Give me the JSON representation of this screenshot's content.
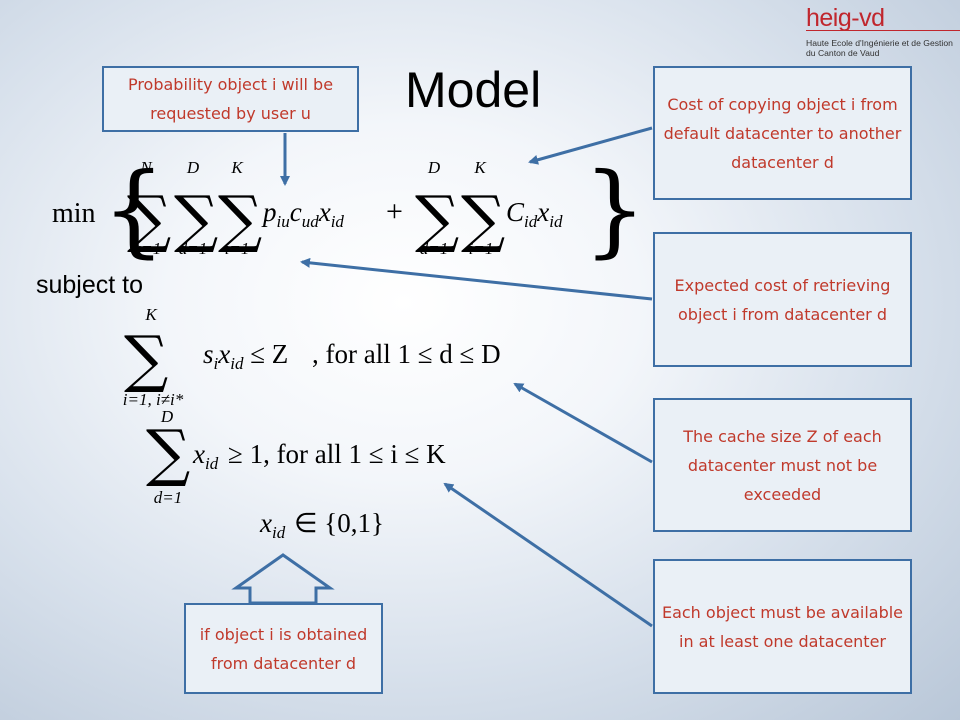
{
  "logo": {
    "name": "heig-vd",
    "line1": "Haute Ecole d'Ingénierie et de Gestion",
    "line2": "du Canton de Vaud"
  },
  "title": "Model",
  "subject_to": "subject to",
  "callouts": {
    "probability": "Probability object i will be requested by user u",
    "copy_cost": "Cost of copying object i from default datacenter to another datacenter d",
    "retrieval_cost": "Expected cost of retrieving object i from datacenter d",
    "cache_size": "The cache size Z of each datacenter must not be exceeded",
    "availability": "Each object must be available in at least one datacenter",
    "obtained": "if object i is obtained from datacenter d"
  },
  "formula": {
    "min": "min",
    "plus": "+",
    "sum1_upper": "N",
    "sum1_lower": "u=1",
    "sum2_upper": "D",
    "sum2_lower": "d=1",
    "sum3_upper": "K",
    "sum3_lower": "i=1",
    "sum4_upper": "D",
    "sum4_lower": "d=1",
    "sum5_upper": "K",
    "sum5_lower": "i=1",
    "c1_upper": "K",
    "c1_lower": "i=1, i≠i*",
    "c1_tail": ", for all  1 ≤ d ≤ D",
    "c2_upper": "D",
    "c2_lower": "d=1",
    "c2_tail": " ≥ 1, for all  1 ≤ i ≤ K",
    "c3_tail": " ∈ {0,1}"
  }
}
